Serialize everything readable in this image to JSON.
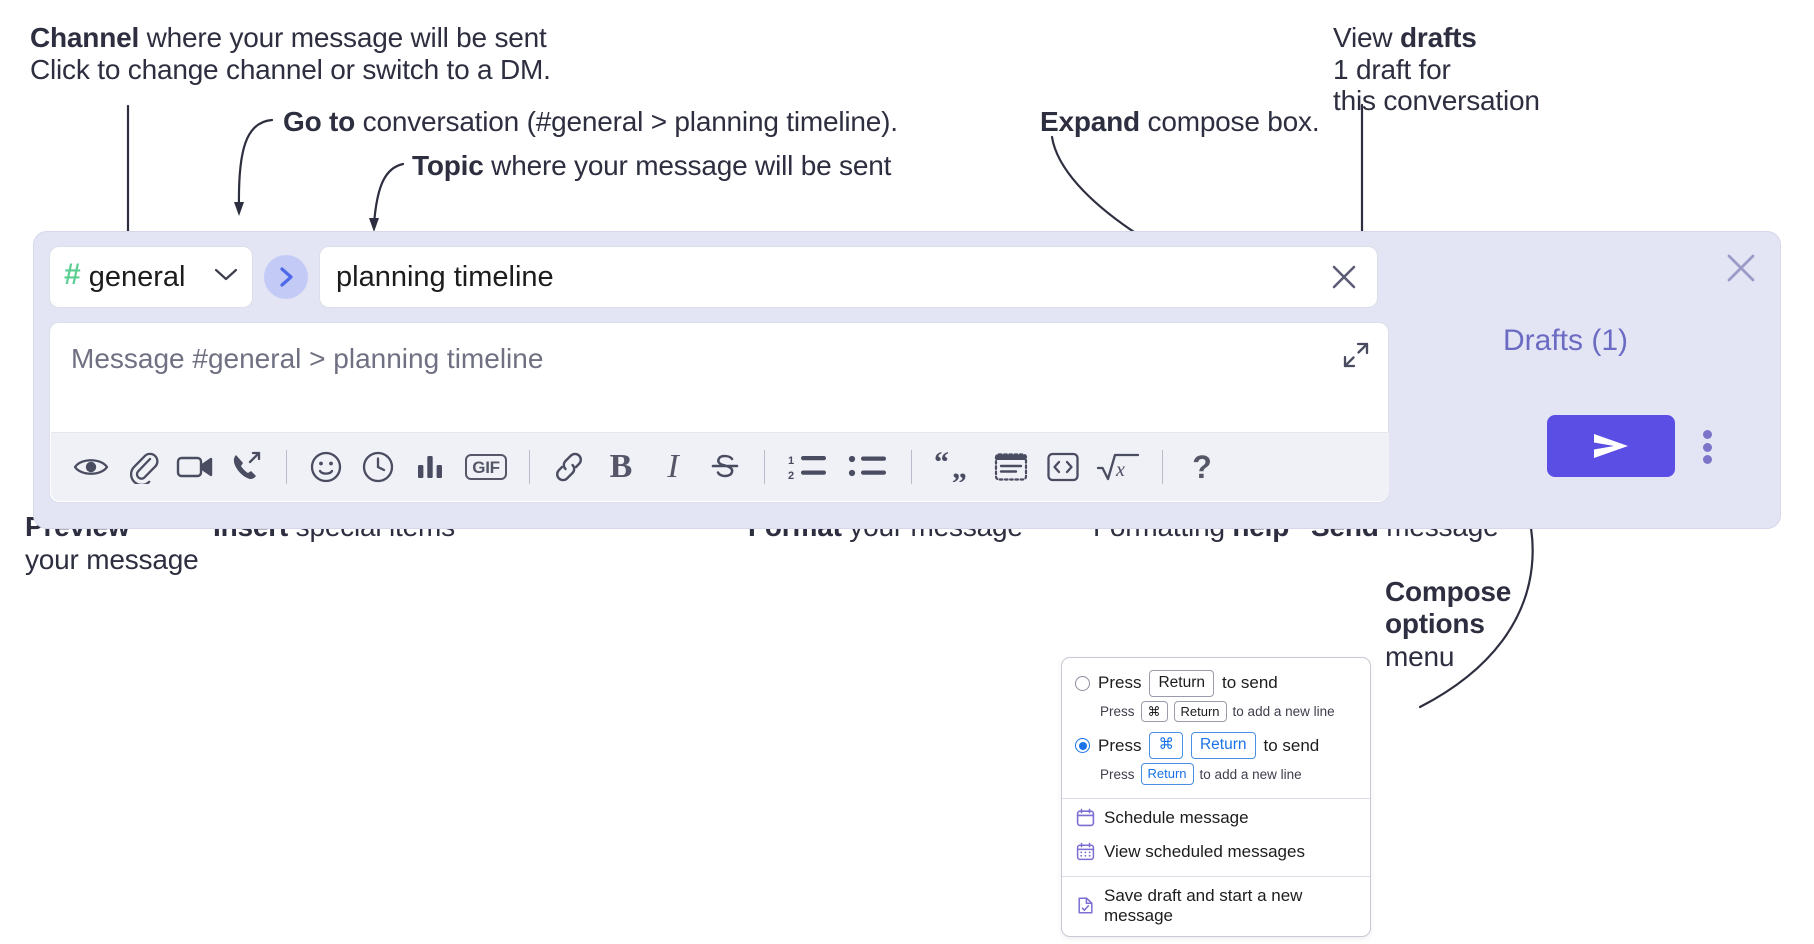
{
  "annotations": {
    "channel": {
      "bold": "Channel",
      "rest": " where your message will be sent",
      "italic": "Click to change channel or switch to a DM."
    },
    "goto": {
      "bold": "Go to",
      "rest": " conversation (#general > planning timeline)."
    },
    "topic": {
      "bold": "Topic",
      "rest": " where your message will be sent"
    },
    "expand": {
      "bold": "Expand",
      "rest": " compose box."
    },
    "drafts": {
      "plain": "View ",
      "bold": "drafts",
      "italic1": "1 draft for",
      "italic2": "this conversation"
    },
    "preview": {
      "bold": "Preview",
      "rest": "your message"
    },
    "insert": {
      "bold": "Insert",
      "rest": " special items"
    },
    "format": {
      "bold": "Format",
      "rest": " your message"
    },
    "help": {
      "plain": "Formatting ",
      "bold": "help"
    },
    "send": {
      "bold": "Send",
      "rest": " message"
    },
    "compose_options": {
      "bold1": "Compose",
      "bold2": "options",
      "rest": "menu"
    }
  },
  "compose": {
    "channel_name": "general",
    "hash_symbol": "#",
    "topic_value": "planning timeline",
    "message_placeholder": "Message #general > planning timeline",
    "drafts_label": "Drafts (1)",
    "accent_color": "#5b4ee5",
    "panel_background": "#e4e5f4",
    "hash_color": "#5ecf94",
    "drafts_color": "#6b6bc4",
    "toolbar": [
      {
        "name": "preview-icon",
        "label": "Preview"
      },
      {
        "name": "attachment-icon",
        "label": "Attach file"
      },
      {
        "name": "video-icon",
        "label": "Record video clip"
      },
      {
        "name": "audio-call-icon",
        "label": "Record audio clip"
      },
      {
        "sep": true
      },
      {
        "name": "emoji-icon",
        "label": "Emoji"
      },
      {
        "name": "clock-icon",
        "label": "Reminder"
      },
      {
        "name": "poll-icon",
        "label": "Poll"
      },
      {
        "name": "gif-icon",
        "label": "GIF"
      },
      {
        "sep": true
      },
      {
        "name": "link-icon",
        "label": "Link"
      },
      {
        "name": "bold-icon",
        "label": "B"
      },
      {
        "name": "italic-icon",
        "label": "I"
      },
      {
        "name": "strikethrough-icon",
        "label": "Strikethrough"
      },
      {
        "sep": true
      },
      {
        "name": "ordered-list-icon",
        "label": "Ordered list"
      },
      {
        "name": "bulleted-list-icon",
        "label": "Bulleted list"
      },
      {
        "sep": true
      },
      {
        "name": "blockquote-icon",
        "label": "Blockquote"
      },
      {
        "name": "code-block-icon",
        "label": "Code block"
      },
      {
        "name": "code-icon",
        "label": "Code"
      },
      {
        "name": "math-icon",
        "label": "Math"
      },
      {
        "sep": true
      },
      {
        "name": "help-icon",
        "label": "?"
      }
    ]
  },
  "menu": {
    "options": [
      {
        "selected": false,
        "prefix": "Press",
        "key": "Return",
        "suffix": "to send",
        "sub_prefix": "Press",
        "sub_key1": "⌘",
        "sub_key2": "Return",
        "sub_suffix": "to add a new line"
      },
      {
        "selected": true,
        "prefix": "Press",
        "key1": "⌘",
        "key2": "Return",
        "suffix": "to send",
        "sub_prefix": "Press",
        "sub_key1": "Return",
        "sub_suffix": "to add a new line"
      }
    ],
    "items": [
      {
        "icon": "calendar-icon",
        "label": "Schedule message"
      },
      {
        "icon": "calendar-grid-icon",
        "label": "View scheduled messages"
      },
      {
        "icon": "save-draft-icon",
        "label": "Save draft and start a new message",
        "divider_before": true
      }
    ]
  }
}
